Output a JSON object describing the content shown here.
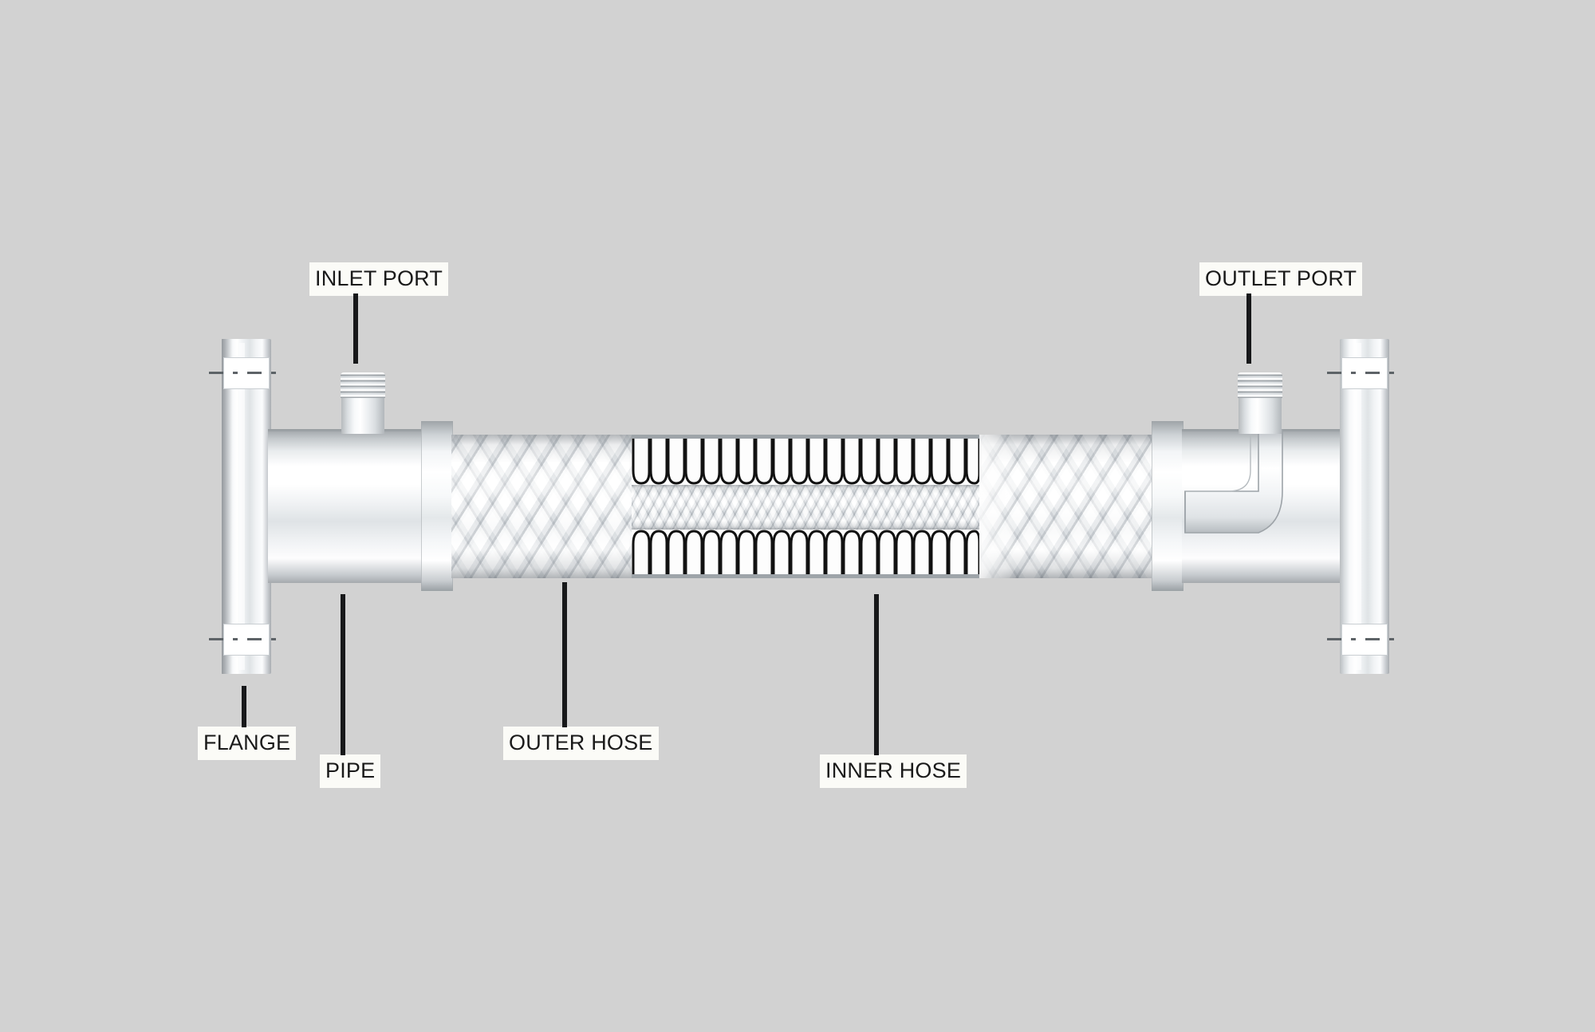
{
  "figure": {
    "type": "technical-cutaway-diagram",
    "subject": "Flanged braided flexible metal hose assembly",
    "background_color": "#d2d2d2",
    "label_background_color": "#fbfbf7",
    "label_text_color": "#1a1a1a",
    "leader_line_color": "#17181a",
    "metal_color_light": "#ffffff",
    "metal_color_mid": "#e4e8ea",
    "metal_color_dark": "#9aa0a4",
    "bellows_outline_color": "#111111"
  },
  "callouts": [
    {
      "id": "inlet-port",
      "label": "INLET PORT",
      "position": "top-left",
      "leader_direction": "down"
    },
    {
      "id": "outlet-port",
      "label": "OUTLET PORT",
      "position": "top-right",
      "leader_direction": "down"
    },
    {
      "id": "flange",
      "label": "FLANGE",
      "position": "bottom-left",
      "leader_direction": "up"
    },
    {
      "id": "pipe",
      "label": "PIPE",
      "position": "bottom-left",
      "leader_direction": "up"
    },
    {
      "id": "outer-hose",
      "label": "OUTER HOSE",
      "position": "bottom-mid",
      "leader_direction": "up"
    },
    {
      "id": "inner-hose",
      "label": "INNER HOSE",
      "position": "bottom-right",
      "leader_direction": "up"
    }
  ],
  "components": {
    "left_flange": {
      "name": "FLANGE",
      "bolt_holes": 2,
      "centerlines": 2
    },
    "right_flange": {
      "name": "FLANGE",
      "bolt_holes": 2,
      "centerlines": 2
    },
    "left_pipe": {
      "name": "PIPE"
    },
    "right_pipe": {
      "name": "PIPE"
    },
    "inlet_port": {
      "name": "INLET PORT",
      "feature": "threaded male stub"
    },
    "outlet_port": {
      "name": "OUTLET PORT",
      "feature": "threaded male stub, internal elbow shown in section"
    },
    "outer_hose": {
      "name": "OUTER HOSE",
      "feature": "stainless wire braid"
    },
    "inner_hose": {
      "name": "INNER HOSE",
      "feature": "corrugated bellows with fine braid, shown in cutaway"
    }
  }
}
